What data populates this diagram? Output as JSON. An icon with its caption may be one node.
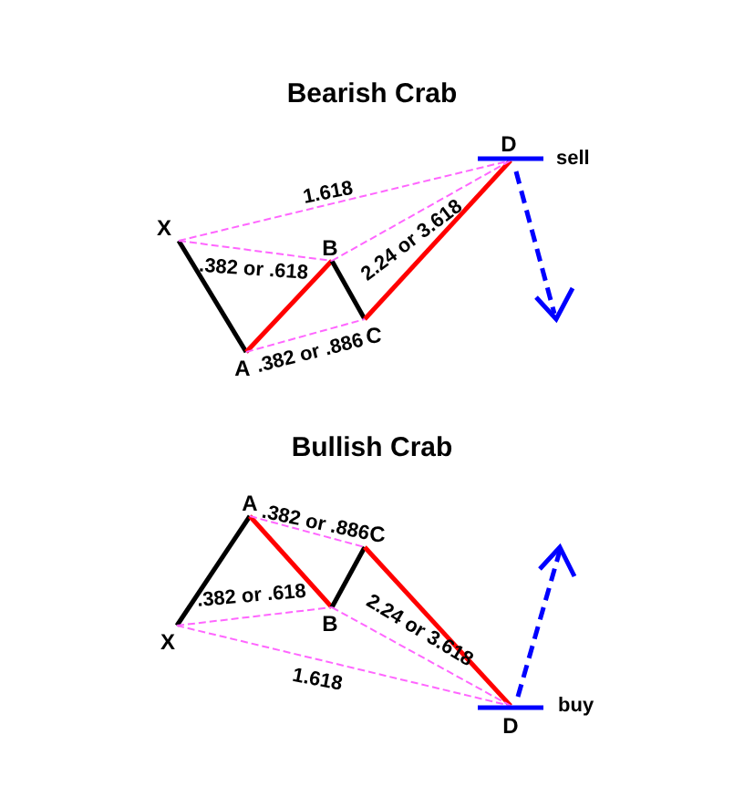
{
  "diagram": {
    "nodes": [
      {
        "text": [
          "X"
        ]
      },
      {
        "text": [
          "A"
        ]
      },
      {
        "text": [
          "B"
        ]
      },
      {
        "text": [
          "C"
        ]
      },
      {
        "text": [
          "D"
        ]
      },
      {
        "text": [
          "X"
        ]
      },
      {
        "text": [
          "A"
        ]
      },
      {
        "text": [
          "B"
        ]
      },
      {
        "text": [
          "C"
        ]
      },
      {
        "text": [
          "D"
        ]
      }
    ],
    "edges": [
      {
        "from": 0,
        "to": 1,
        "arrow": "none",
        "style": "thick",
        "color": "#000000"
      },
      {
        "from": 1,
        "to": 2,
        "arrow": "none",
        "style": "thick",
        "color": "#ff0000"
      },
      {
        "from": 2,
        "to": 3,
        "arrow": "none",
        "style": "thick",
        "color": "#000000"
      },
      {
        "from": 3,
        "to": 4,
        "arrow": "none",
        "style": "thick",
        "color": "#ff0000"
      },
      {
        "from": 0,
        "to": 4,
        "arrow": "none",
        "style": "dashed",
        "label": "1.618"
      },
      {
        "from": 0,
        "to": 2,
        "arrow": "none",
        "style": "dashed",
        "label": ".382 or .618"
      },
      {
        "from": 2,
        "to": 4,
        "arrow": "none",
        "style": "dashed",
        "label": "2.24 or 3.618"
      },
      {
        "from": 1,
        "to": 3,
        "arrow": "none",
        "style": "dashed",
        "label": ".382 or .886"
      },
      {
        "from": 5,
        "to": 6,
        "arrow": "none",
        "style": "thick",
        "color": "#000000"
      },
      {
        "from": 6,
        "to": 7,
        "arrow": "none",
        "style": "thick",
        "color": "#ff0000"
      },
      {
        "from": 7,
        "to": 8,
        "arrow": "none",
        "style": "thick",
        "color": "#000000"
      },
      {
        "from": 8,
        "to": 9,
        "arrow": "none",
        "style": "thick",
        "color": "#ff0000"
      },
      {
        "from": 6,
        "to": 8,
        "arrow": "none",
        "style": "dashed",
        "label": ".382 or .886"
      },
      {
        "from": 5,
        "to": 7,
        "arrow": "none",
        "style": "dashed",
        "label": ".382 or .618"
      },
      {
        "from": 7,
        "to": 9,
        "arrow": "none",
        "style": "dashed",
        "label": "2.24 or 3.618"
      },
      {
        "from": 5,
        "to": 9,
        "arrow": "none",
        "style": "dashed",
        "label": "1.618"
      }
    ],
    "labels": [
      "Bearish Crab",
      "sell",
      "Bullish Crab",
      "buy"
    ]
  }
}
